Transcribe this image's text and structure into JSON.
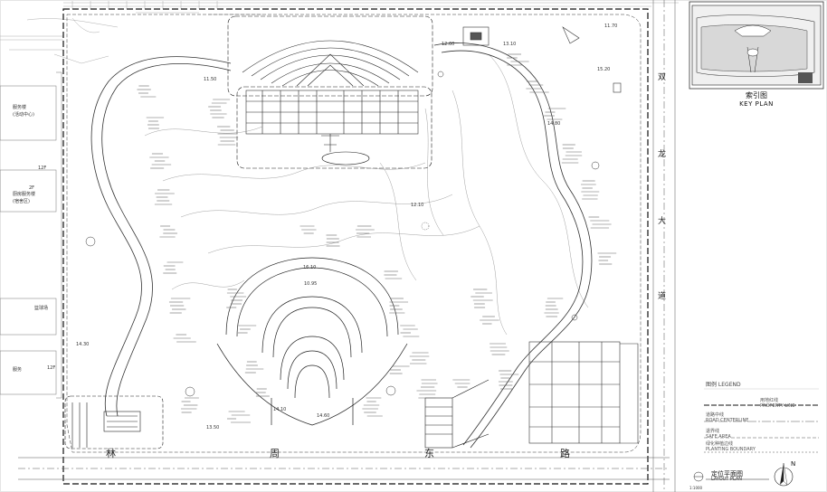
{
  "key_plan": {
    "title_cn": "索引图",
    "title_en": "KEY PLAN"
  },
  "legend": {
    "title": "图例 LEGEND",
    "items": [
      {
        "cn": "用地红线",
        "en": "PROPERTY LINE"
      },
      {
        "cn": "道路中线",
        "en": "ROAD CENTERLINE"
      },
      {
        "cn": "退界线",
        "en": "SAFE AREA"
      },
      {
        "cn": "绿化种植边线",
        "en": "PLANTING BOUNDARY"
      }
    ]
  },
  "drawing_title": {
    "cn": "定位平面图",
    "en": "LAYOUT PLAN",
    "scale": "1:1000",
    "north": "N"
  },
  "roads": {
    "south": [
      "林",
      "周",
      "东",
      "路"
    ],
    "east": [
      "双",
      "龙",
      "大",
      "道"
    ]
  },
  "left_labels": [
    {
      "text": "服务楼",
      "key": "l1"
    },
    {
      "text": "(活动中心)",
      "key": "l2"
    },
    {
      "text": "12F",
      "key": "l3"
    },
    {
      "text": "2F",
      "key": "l4"
    },
    {
      "text": "厨房服务楼",
      "key": "l5"
    },
    {
      "text": "(宿舍区)",
      "key": "l6"
    },
    {
      "text": "篮球场",
      "key": "l7"
    },
    {
      "text": "服务",
      "key": "l8"
    },
    {
      "text": "12F",
      "key": "l9"
    }
  ],
  "elevations": [
    "14.80",
    "15.20",
    "12.60",
    "13.10",
    "14.30",
    "16.10",
    "11.50",
    "12.10",
    "10.95",
    "14.60",
    "14.10",
    "13.50",
    "11.70"
  ]
}
